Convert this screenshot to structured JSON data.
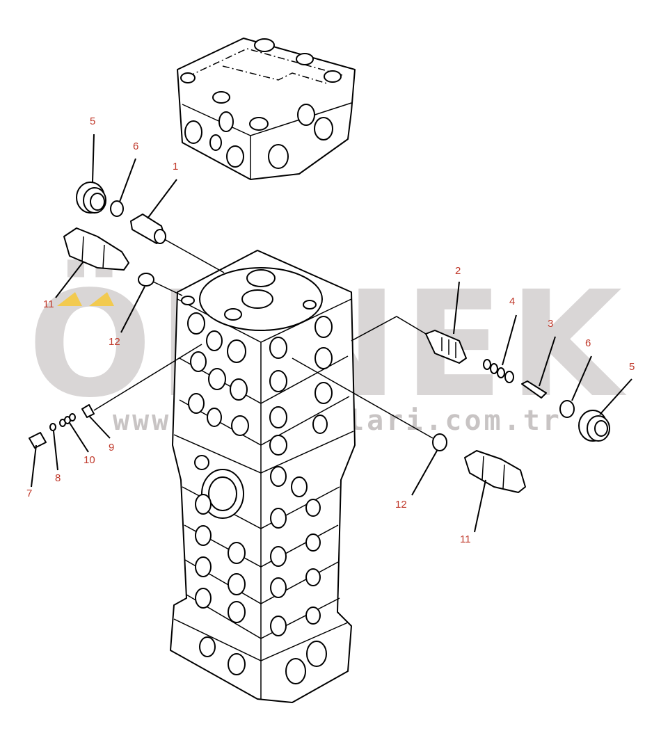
{
  "watermark": {
    "text": "ÖRNEK",
    "url": "www.ormakinalari.com.tr",
    "color": "#d9d6d6",
    "accent": "#f2ca4f"
  },
  "callouts": [
    {
      "id": "c1",
      "label": "1"
    },
    {
      "id": "c2",
      "label": "2"
    },
    {
      "id": "c3",
      "label": "3"
    },
    {
      "id": "c4",
      "label": "4"
    },
    {
      "id": "c5a",
      "label": "5"
    },
    {
      "id": "c5b",
      "label": "5"
    },
    {
      "id": "c6a",
      "label": "6"
    },
    {
      "id": "c6b",
      "label": "6"
    },
    {
      "id": "c7",
      "label": "7"
    },
    {
      "id": "c8",
      "label": "8"
    },
    {
      "id": "c9",
      "label": "9"
    },
    {
      "id": "c10",
      "label": "10"
    },
    {
      "id": "c11a",
      "label": "11"
    },
    {
      "id": "c11b",
      "label": "11"
    },
    {
      "id": "c12a",
      "label": "12"
    },
    {
      "id": "c12b",
      "label": "12"
    }
  ],
  "colors": {
    "line": "#000000",
    "callout_text": "#c0392b",
    "background": "#ffffff"
  }
}
